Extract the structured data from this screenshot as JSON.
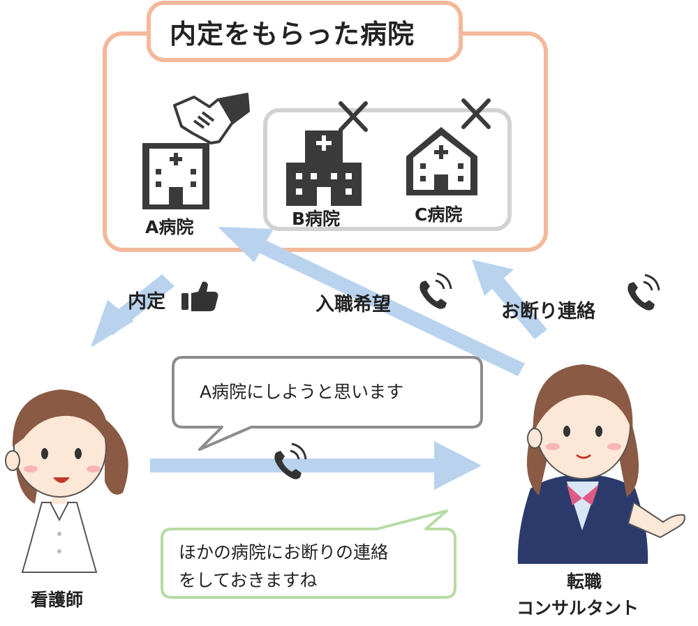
{
  "title": "内定をもらった病院",
  "hospitals": [
    {
      "label": "A病院",
      "status_icon": "handshake-icon"
    },
    {
      "label": "B病院",
      "status_icon": "cross-mark-icon"
    },
    {
      "label": "C病院",
      "status_icon": "cross-mark-icon"
    }
  ],
  "edges": {
    "offer": "内定",
    "offer_icon": "thumbs-up-icon",
    "join_request": "入職希望",
    "decline_contact": "お断り連絡",
    "phone_icon": "phone-icon"
  },
  "bubbles": {
    "nurse": "A病院にしようと思います",
    "consultant_line1": "ほかの病院にお断りの連絡",
    "consultant_line2": "をしておきますね"
  },
  "roles": {
    "nurse": "看護師",
    "consultant_line1": "転職",
    "consultant_line2": "コンサルタント"
  },
  "colors": {
    "frame_orange": "#f4b89a",
    "group_gray": "#d2d2d2",
    "arrow_blue": "#b9d3ee",
    "building_dark": "#3a3a3a",
    "bubble_gray_border": "#8c8c8c",
    "bubble_green_border": "#b7dba4",
    "hair_brown": "#8a5a44",
    "skin": "#fde7d6",
    "jacket_navy": "#2b3a6b",
    "scarf_pink": "#e05a86"
  }
}
